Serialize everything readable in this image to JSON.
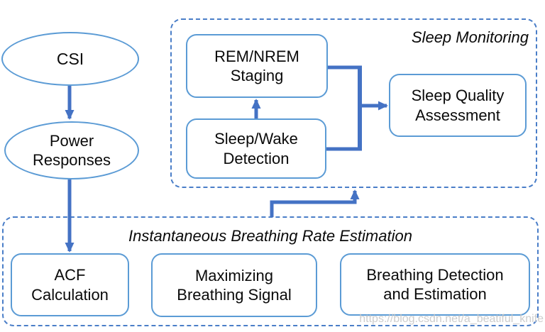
{
  "diagram": {
    "inputs": {
      "csi": {
        "label": "CSI"
      },
      "power": {
        "label": "Power\nResponses"
      }
    },
    "sleep_monitoring": {
      "title": "Sleep Monitoring",
      "rem_nrem": {
        "label": "REM/NREM\nStaging"
      },
      "sleep_wake": {
        "label": "Sleep/Wake\nDetection"
      },
      "sleep_quality": {
        "label": "Sleep Quality\nAssessment"
      }
    },
    "breathing_estimation": {
      "title": "Instantaneous Breathing Rate Estimation",
      "acf": {
        "label": "ACF\nCalculation"
      },
      "maximizing": {
        "label": "Maximizing\nBreathing Signal"
      },
      "breathing_detection": {
        "label": "Breathing Detection\nand Estimation"
      }
    },
    "watermark": "https://blog.csdn.net/a_beatiful_knife",
    "colors": {
      "node_border": "#5B9BD5",
      "arrow": "#4472C4",
      "group_border": "#4A7EC8",
      "text": "#0A0A0A",
      "watermark": "#C8C8C8"
    }
  }
}
